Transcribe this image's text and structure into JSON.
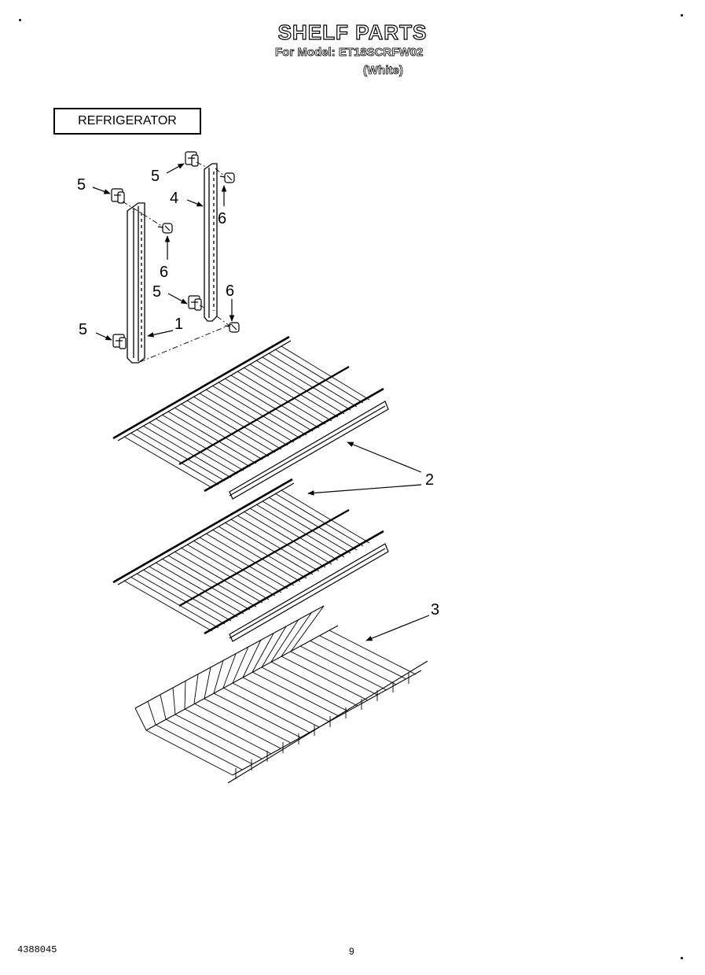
{
  "header": {
    "title": "SHELF PARTS",
    "model_line": "For Model: ET18SCRFW02",
    "color_line": "(White)"
  },
  "section_label": "REFRIGERATOR",
  "callouts": [
    {
      "id": "c5a",
      "label": "5"
    },
    {
      "id": "c5b",
      "label": "5"
    },
    {
      "id": "c5c",
      "label": "5"
    },
    {
      "id": "c5d",
      "label": "5"
    },
    {
      "id": "c4",
      "label": "4"
    },
    {
      "id": "c6a",
      "label": "6"
    },
    {
      "id": "c6b",
      "label": "6"
    },
    {
      "id": "c6c",
      "label": "6"
    },
    {
      "id": "c1",
      "label": "1"
    },
    {
      "id": "c2",
      "label": "2"
    },
    {
      "id": "c3",
      "label": "3"
    }
  ],
  "footer": {
    "doc_number": "4388045",
    "page_number": "9"
  }
}
